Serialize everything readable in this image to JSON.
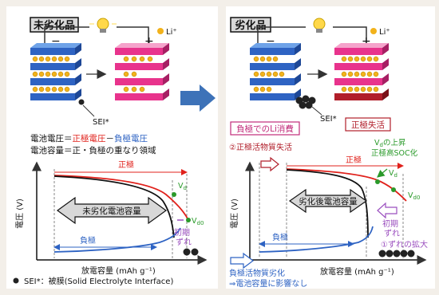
{
  "left": {
    "title": "未劣化品",
    "li_label": "Li⁺",
    "minus": "−",
    "plus": "+",
    "sei_label": "SEI*",
    "eq1": {
      "prefix": "電池電圧＝",
      "pos": "正極電圧",
      "mid": "－",
      "neg": "負極電圧"
    },
    "eq2": "電池容量＝正・負極の重なり領域",
    "chart": {
      "ylabel": "電圧 (V)",
      "xlabel": "放電容量 (mAh g⁻¹)",
      "positive_label": "正極",
      "negative_label": "負極",
      "capacity_label": "未劣化電池容量",
      "vd": "V",
      "vd_sub": "d",
      "vd0": "V",
      "vd0_sub": "d0",
      "shift_label_1": "初期",
      "shift_label_2": "ずれ"
    },
    "footnote": "SEI*：被膜(Solid Electrolyte Interface)"
  },
  "right": {
    "title": "劣化品",
    "li_label": "Li⁺",
    "minus": "−",
    "plus": "+",
    "sei_label": "SEI*",
    "badge_li": "負極でのLi消費",
    "badge_pos": "正極失活",
    "chart": {
      "ylabel": "電圧 (V)",
      "xlabel": "放電容量 (mAh g⁻¹)",
      "positive_label": "正極",
      "negative_label": "負極",
      "capacity_label": "劣化後電池容量",
      "note_pos_loss": "②正極活物質失活",
      "note_vd_1": "V",
      "note_vd_sub": "d",
      "note_vd_2": "の上昇",
      "note_soc": "正極高SOC化",
      "vd": "V",
      "vd_sub": "d",
      "vd0": "V",
      "vd0_sub": "d0",
      "shift_label_1": "初期",
      "shift_label_2": "ずれ",
      "shift_expand": "①ずれの拡大",
      "neg_degrade_1": "負極活物質劣化",
      "neg_degrade_2": "⇒電池容量に影響なし"
    }
  },
  "colors": {
    "negative_blue": "#2e63c3",
    "positive_pink": "#e8338c",
    "red": "#e0211b",
    "green": "#2a9a2a",
    "purple": "#9b4fbf",
    "arrow_blue": "#3d72b8",
    "dark_red": "#b11e2a"
  }
}
